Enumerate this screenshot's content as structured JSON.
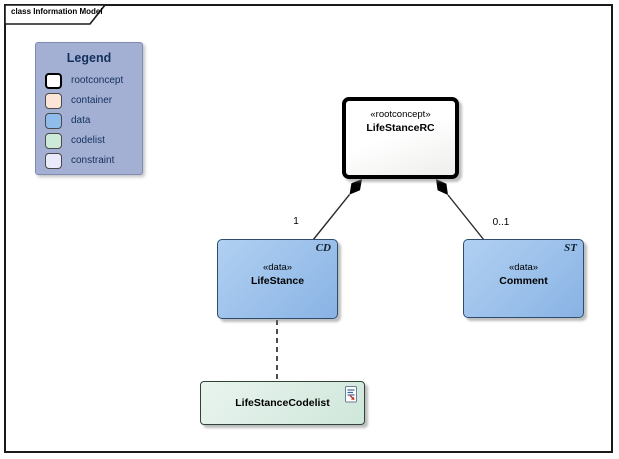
{
  "frame": {
    "label": "class Information Model"
  },
  "legend": {
    "title": "Legend",
    "items": [
      {
        "label": "rootconcept",
        "swatch_color": "#ffffff",
        "swatch_border": "#000000",
        "swatch_border_width": "2.5px"
      },
      {
        "label": "container",
        "swatch_color": "#fbe5d6",
        "swatch_border": "#4a4a4a",
        "swatch_border_width": "1px"
      },
      {
        "label": "data",
        "swatch_color": "#8fbcea",
        "swatch_border": "#4a4a4a",
        "swatch_border_width": "1px"
      },
      {
        "label": "codelist",
        "swatch_color": "#cde9d8",
        "swatch_border": "#4a4a4a",
        "swatch_border_width": "1px"
      },
      {
        "label": "constraint",
        "swatch_color": "#eaeafa",
        "swatch_border": "#4a4a4a",
        "swatch_border_width": "1px"
      }
    ]
  },
  "nodes": {
    "rootconcept": {
      "stereotype": "«rootconcept»",
      "name": "LifeStanceRC"
    },
    "lifestance": {
      "stereotype": "«data»",
      "name": "LifeStance",
      "corner_tag": "CD"
    },
    "comment": {
      "stereotype": "«data»",
      "name": "Comment",
      "corner_tag": "ST"
    },
    "codelist": {
      "name": "LifeStanceCodelist",
      "icon": "document-link-icon"
    }
  },
  "connectors": {
    "lifestance_multiplicity": "1",
    "comment_multiplicity": "0..1",
    "rootconcept_to_lifestance": "composition",
    "rootconcept_to_comment": "composition",
    "lifestance_to_codelist": "dashed-dependency"
  },
  "colors": {
    "data_fill": "#8fbcea",
    "codelist_fill": "#cde9d8",
    "rootconcept_fill": "#ffffff",
    "legend_bg": "#a3b0d3",
    "legend_text": "#13305c",
    "line": "#2a2a2a"
  }
}
